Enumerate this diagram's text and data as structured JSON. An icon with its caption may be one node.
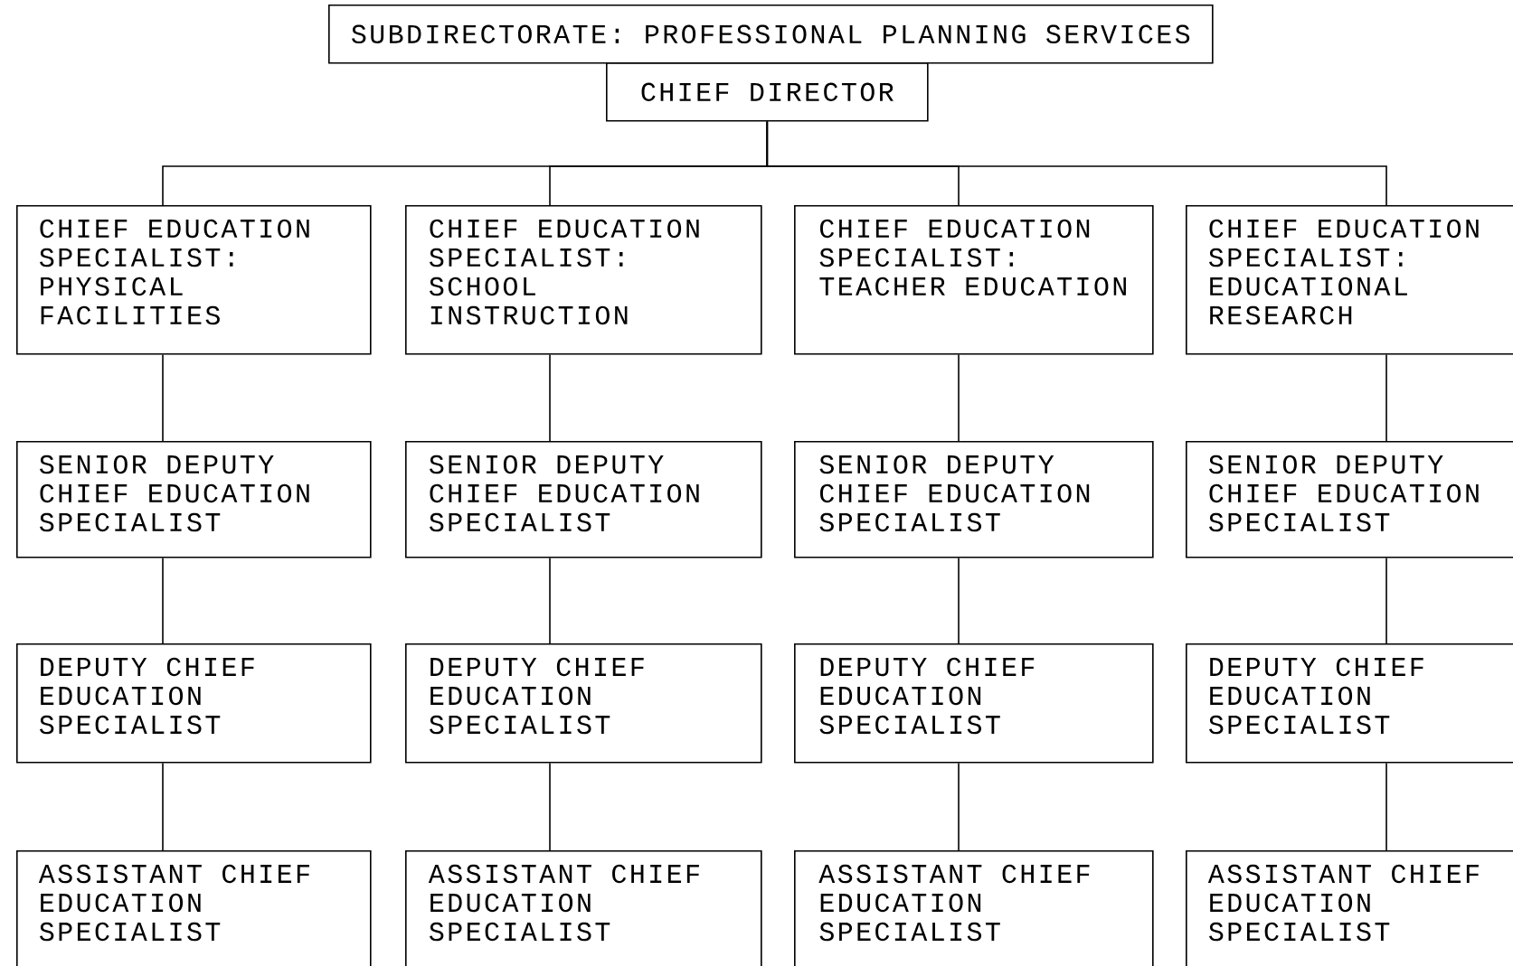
{
  "diagram": {
    "nodes": [
      {
        "text": [
          "SUBDIRECTORATE: PROFESSIONAL PLANNING SERVICES"
        ]
      },
      {
        "text": [
          "CHIEF DIRECTOR"
        ]
      },
      {
        "text": [
          "CHIEF EDUCATION SPECIALIST: PHYSICAL FACILITIES"
        ]
      },
      {
        "text": [
          "CHIEF EDUCATION SPECIALIST: SCHOOL INSTRUCTION"
        ]
      },
      {
        "text": [
          "CHIEF EDUCATION SPECIALIST: TEACHER EDUCATION"
        ]
      },
      {
        "text": [
          "CHIEF EDUCATION SPECIALIST: EDUCATIONAL RESEARCH"
        ]
      },
      {
        "text": [
          "SENIOR DEPUTY CHIEF EDUCATION SPECIALIST"
        ]
      },
      {
        "text": [
          "SENIOR DEPUTY CHIEF EDUCATION SPECIALIST"
        ]
      },
      {
        "text": [
          "SENIOR DEPUTY CHIEF EDUCATION SPECIALIST"
        ]
      },
      {
        "text": [
          "SENIOR DEPUTY CHIEF EDUCATION SPECIALIST"
        ]
      },
      {
        "text": [
          "DEPUTY CHIEF EDUCATION SPECIALIST"
        ]
      },
      {
        "text": [
          "DEPUTY CHIEF EDUCATION SPECIALIST"
        ]
      },
      {
        "text": [
          "DEPUTY CHIEF EDUCATION SPECIALIST"
        ]
      },
      {
        "text": [
          "DEPUTY CHIEF EDUCATION SPECIALIST"
        ]
      },
      {
        "text": [
          "ASSISTANT CHIEF EDUCATION SPECIALIST"
        ]
      },
      {
        "text": [
          "ASSISTANT CHIEF EDUCATION SPECIALIST"
        ]
      },
      {
        "text": [
          "ASSISTANT CHIEF EDUCATION SPECIALIST"
        ]
      },
      {
        "text": [
          "ASSISTANT CHIEF EDUCATION SPECIALIST"
        ]
      }
    ],
    "edges": [
      {
        "from": 1,
        "to": 2,
        "arrow": "none"
      },
      {
        "from": 1,
        "to": 3,
        "arrow": "none"
      },
      {
        "from": 1,
        "to": 4,
        "arrow": "none"
      },
      {
        "from": 1,
        "to": 5,
        "arrow": "none"
      },
      {
        "from": 2,
        "to": 6,
        "arrow": "none"
      },
      {
        "from": 3,
        "to": 7,
        "arrow": "none"
      },
      {
        "from": 4,
        "to": 8,
        "arrow": "none"
      },
      {
        "from": 5,
        "to": 9,
        "arrow": "none"
      },
      {
        "from": 6,
        "to": 10,
        "arrow": "none"
      },
      {
        "from": 7,
        "to": 11,
        "arrow": "none"
      },
      {
        "from": 8,
        "to": 12,
        "arrow": "none"
      },
      {
        "from": 9,
        "to": 13,
        "arrow": "none"
      },
      {
        "from": 10,
        "to": 14,
        "arrow": "none"
      },
      {
        "from": 11,
        "to": 15,
        "arrow": "none"
      },
      {
        "from": 12,
        "to": 16,
        "arrow": "none"
      },
      {
        "from": 13,
        "to": 17,
        "arrow": "none"
      }
    ]
  }
}
